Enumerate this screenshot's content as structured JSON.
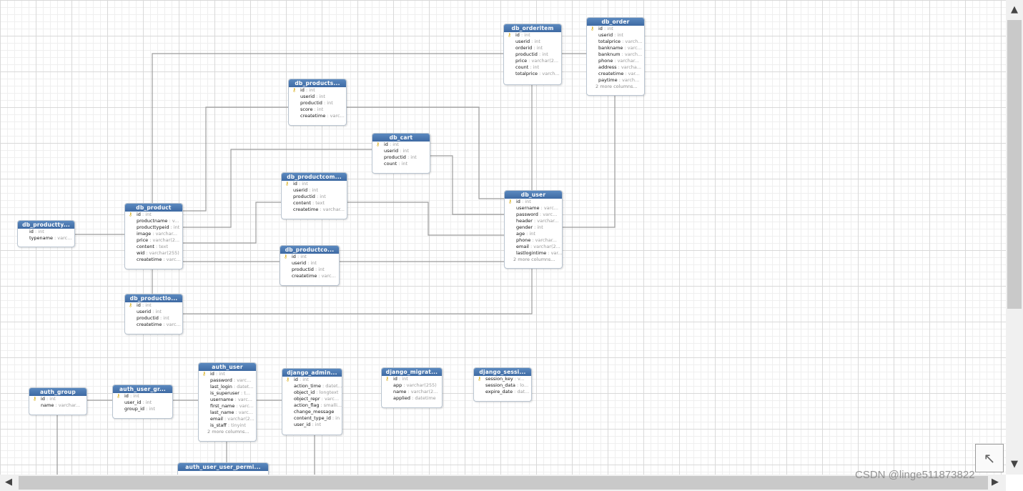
{
  "tables": {
    "db_orderitem": {
      "title": "db_orderitem",
      "cols": [
        {
          "name": "id",
          "type": "int",
          "pk": true
        },
        {
          "name": "userid",
          "type": "int"
        },
        {
          "name": "orderid",
          "type": "int"
        },
        {
          "name": "productid",
          "type": "int"
        },
        {
          "name": "price",
          "type": "varchar(2..."
        },
        {
          "name": "count",
          "type": "int"
        },
        {
          "name": "totalprice",
          "type": "varch..."
        }
      ]
    },
    "db_order": {
      "title": "db_order",
      "more": "2 more columns...",
      "cols": [
        {
          "name": "id",
          "type": "int",
          "pk": true
        },
        {
          "name": "userid",
          "type": "int"
        },
        {
          "name": "totalprice",
          "type": "varch..."
        },
        {
          "name": "bankname",
          "type": "varc..."
        },
        {
          "name": "banknum",
          "type": "varch..."
        },
        {
          "name": "phone",
          "type": "varchar..."
        },
        {
          "name": "address",
          "type": "varcha..."
        },
        {
          "name": "createtime",
          "type": "var..."
        },
        {
          "name": "paytime",
          "type": "varch..."
        }
      ]
    },
    "db_productscore": {
      "title": "db_products...",
      "cols": [
        {
          "name": "id",
          "type": "int",
          "pk": true
        },
        {
          "name": "userid",
          "type": "int"
        },
        {
          "name": "productid",
          "type": "int"
        },
        {
          "name": "score",
          "type": "int"
        },
        {
          "name": "createtime",
          "type": "varc..."
        }
      ]
    },
    "db_cart": {
      "title": "db_cart",
      "cols": [
        {
          "name": "id",
          "type": "int",
          "pk": true
        },
        {
          "name": "userid",
          "type": "int"
        },
        {
          "name": "productid",
          "type": "int"
        },
        {
          "name": "count",
          "type": "int"
        }
      ]
    },
    "db_productcomment": {
      "title": "db_productcom...",
      "cols": [
        {
          "name": "id",
          "type": "int",
          "pk": true
        },
        {
          "name": "userid",
          "type": "int"
        },
        {
          "name": "productid",
          "type": "int"
        },
        {
          "name": "content",
          "type": "text"
        },
        {
          "name": "createtime",
          "type": "varchar..."
        }
      ]
    },
    "db_user": {
      "title": "db_user",
      "more": "2 more columns...",
      "cols": [
        {
          "name": "id",
          "type": "int",
          "pk": true
        },
        {
          "name": "username",
          "type": "varc..."
        },
        {
          "name": "password",
          "type": "varc..."
        },
        {
          "name": "header",
          "type": "varchar..."
        },
        {
          "name": "gender",
          "type": "int"
        },
        {
          "name": "age",
          "type": "int"
        },
        {
          "name": "phone",
          "type": "varchar..."
        },
        {
          "name": "email",
          "type": "varchar(2..."
        },
        {
          "name": "lastlogintime",
          "type": "var..."
        }
      ]
    },
    "db_producttype": {
      "title": "db_productty...",
      "cols": [
        {
          "name": "id",
          "type": "int"
        },
        {
          "name": "typename",
          "type": "varc..."
        }
      ]
    },
    "db_product": {
      "title": "db_product",
      "cols": [
        {
          "name": "id",
          "type": "int",
          "pk": true
        },
        {
          "name": "productname",
          "type": "v..."
        },
        {
          "name": "producttypeid",
          "type": "int"
        },
        {
          "name": "image",
          "type": "varchar..."
        },
        {
          "name": "price",
          "type": "varchar(2..."
        },
        {
          "name": "content",
          "type": "text"
        },
        {
          "name": "wid",
          "type": "varchar(255)"
        },
        {
          "name": "createtime",
          "type": "varc..."
        }
      ]
    },
    "db_productcollect": {
      "title": "db_productco...",
      "cols": [
        {
          "name": "id",
          "type": "int",
          "pk": true
        },
        {
          "name": "userid",
          "type": "int"
        },
        {
          "name": "productid",
          "type": "int"
        },
        {
          "name": "createtime",
          "type": "varc..."
        }
      ]
    },
    "db_productlook": {
      "title": "db_productlo...",
      "cols": [
        {
          "name": "id",
          "type": "int",
          "pk": true
        },
        {
          "name": "userid",
          "type": "int"
        },
        {
          "name": "productid",
          "type": "int"
        },
        {
          "name": "createtime",
          "type": "varc..."
        }
      ]
    },
    "auth_group": {
      "title": "auth_group",
      "cols": [
        {
          "name": "id",
          "type": "int",
          "pk": true
        },
        {
          "name": "name",
          "type": "varchar..."
        }
      ]
    },
    "auth_user_groups": {
      "title": "auth_user_gr...",
      "cols": [
        {
          "name": "id",
          "type": "int",
          "pk": true
        },
        {
          "name": "user_id",
          "type": "int"
        },
        {
          "name": "group_id",
          "type": "int"
        }
      ]
    },
    "auth_user": {
      "title": "auth_user",
      "more": "2 more columns...",
      "cols": [
        {
          "name": "id",
          "type": "int",
          "pk": true
        },
        {
          "name": "password",
          "type": "varc..."
        },
        {
          "name": "last_login",
          "type": "datet..."
        },
        {
          "name": "is_superuser",
          "type": "t..."
        },
        {
          "name": "username",
          "type": "varc..."
        },
        {
          "name": "first_name",
          "type": "varc..."
        },
        {
          "name": "last_name",
          "type": "varc..."
        },
        {
          "name": "email",
          "type": "varchar(2..."
        },
        {
          "name": "is_staff",
          "type": "tinyint"
        }
      ]
    },
    "django_admin_log": {
      "title": "django_admin...",
      "cols": [
        {
          "name": "id",
          "type": "int",
          "pk": true
        },
        {
          "name": "action_time",
          "type": "datet..."
        },
        {
          "name": "object_id",
          "type": "longtext"
        },
        {
          "name": "object_repr",
          "type": "varc..."
        },
        {
          "name": "action_flag",
          "type": "smalli..."
        },
        {
          "name": "change_message",
          "type": ""
        },
        {
          "name": "content_type_id",
          "type": "in"
        },
        {
          "name": "user_id",
          "type": "int"
        }
      ]
    },
    "django_migrations": {
      "title": "django_migrat...",
      "cols": [
        {
          "name": "id",
          "type": "int",
          "pk": true
        },
        {
          "name": "app",
          "type": "varchar(255)"
        },
        {
          "name": "name",
          "type": "varchar(2..."
        },
        {
          "name": "applied",
          "type": "datetime"
        }
      ]
    },
    "django_session": {
      "title": "django_sessi...",
      "cols": [
        {
          "name": "session_key",
          "type": "v...",
          "pk": true
        },
        {
          "name": "session_data",
          "type": "lo..."
        },
        {
          "name": "expire_date",
          "type": "dat..."
        }
      ]
    },
    "auth_user_user_permissions": {
      "title": "auth_user_user_permi...",
      "cols": []
    }
  },
  "scroll": {
    "up": "▲",
    "down": "▼",
    "left": "◀",
    "right": "▶"
  },
  "corner_icon": "↖",
  "watermark": "CSDN @linge511873822"
}
